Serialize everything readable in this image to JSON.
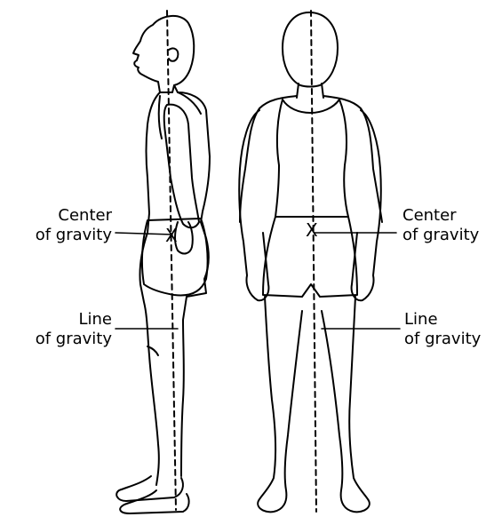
{
  "labels": {
    "left_center": {
      "line1": "Center",
      "line2": "of gravity"
    },
    "left_line": {
      "line1": "Line",
      "line2": "of gravity"
    },
    "right_center": {
      "line1": "Center",
      "line2": "of gravity"
    },
    "right_line": {
      "line1": "Line",
      "line2": "of gravity"
    }
  },
  "markers": {
    "center_mark": "X"
  },
  "colors": {
    "ink": "#000000",
    "background": "#ffffff"
  }
}
